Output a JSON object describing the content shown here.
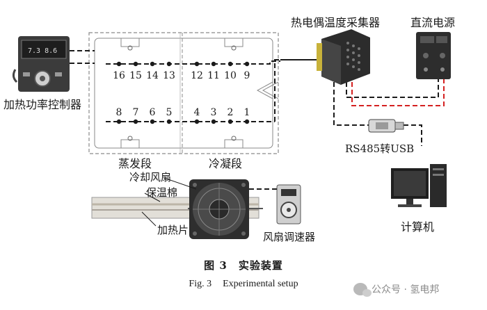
{
  "labels": {
    "heater_controller": "加热功率控制器",
    "evaporator_section": "蒸发段",
    "condenser_section": "冷凝段",
    "tc_logger": "热电偶温度采集器",
    "dc_power": "直流电源",
    "rs485_usb": "RS485转USB",
    "computer": "计算机",
    "cooling_fan": "冷却风扇",
    "insulation": "保温棉",
    "heater_pad": "加热片",
    "fan_speed_controller": "风扇调速器"
  },
  "thermocouples_top": [
    "16",
    "15",
    "14",
    "13",
    "12",
    "11",
    "10",
    "9"
  ],
  "thermocouples_bottom": [
    "8",
    "7",
    "6",
    "5",
    "4",
    "3",
    "2",
    "1"
  ],
  "caption": {
    "cn_fig": "图 3",
    "cn_title": "实验装置",
    "en_fig": "Fig. 3",
    "en_title": "Experimental setup"
  },
  "watermark": {
    "text": "公众号 · 氢电邦"
  },
  "colors": {
    "line": "#1a1a1a",
    "red_wire": "#d42020",
    "board_outline": "#8a8a8a"
  }
}
